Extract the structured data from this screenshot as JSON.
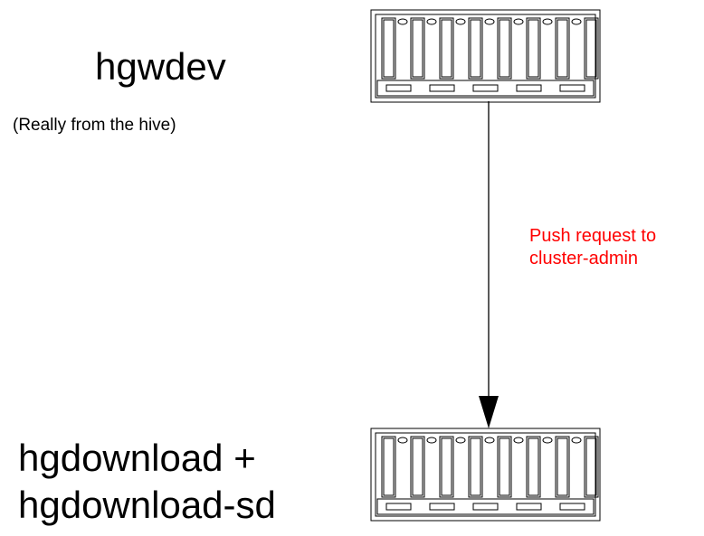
{
  "nodes": {
    "source": {
      "title": "hgwdev",
      "subtitle": "(Really from the hive)",
      "icon": "server-rack-icon"
    },
    "destination": {
      "title_lines": [
        "hgdownload +",
        "hgdownload-sd"
      ],
      "icon": "server-rack-icon"
    }
  },
  "edge": {
    "label": "Push request to\ncluster-admin",
    "label_color": "#ff0000",
    "direction": "source-to-destination"
  }
}
